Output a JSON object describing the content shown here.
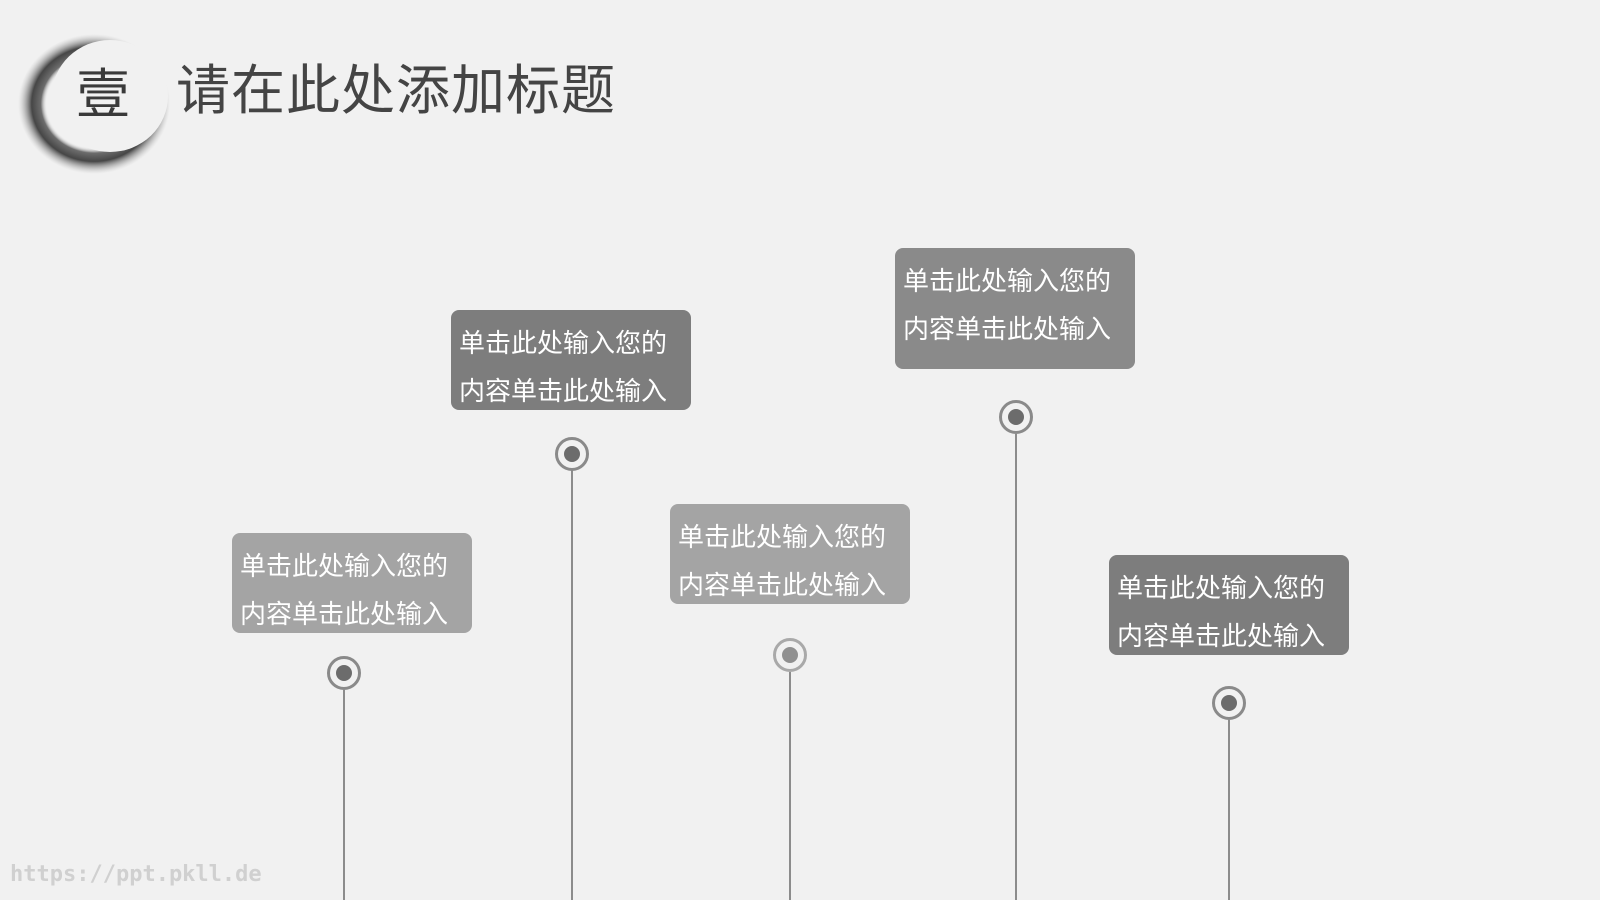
{
  "header": {
    "badge_char": "壹",
    "title": "请在此处添加标题"
  },
  "callouts": [
    {
      "line1": "单击此处输入您的",
      "line2": "内容单击此处输入"
    },
    {
      "line1": "单击此处输入您的",
      "line2": "内容单击此处输入"
    },
    {
      "line1": "单击此处输入您的",
      "line2": "内容单击此处输入"
    },
    {
      "line1": "单击此处输入您的",
      "line2": "内容单击此处输入"
    },
    {
      "line1": "单击此处输入您的",
      "line2": "内容单击此处输入"
    }
  ],
  "watermark": "https://ppt.pkll.de",
  "colors": {
    "background": "#f1f1f1",
    "box_dark": "#7d7d7d",
    "box_light": "#a4a4a4",
    "title": "#444444"
  }
}
